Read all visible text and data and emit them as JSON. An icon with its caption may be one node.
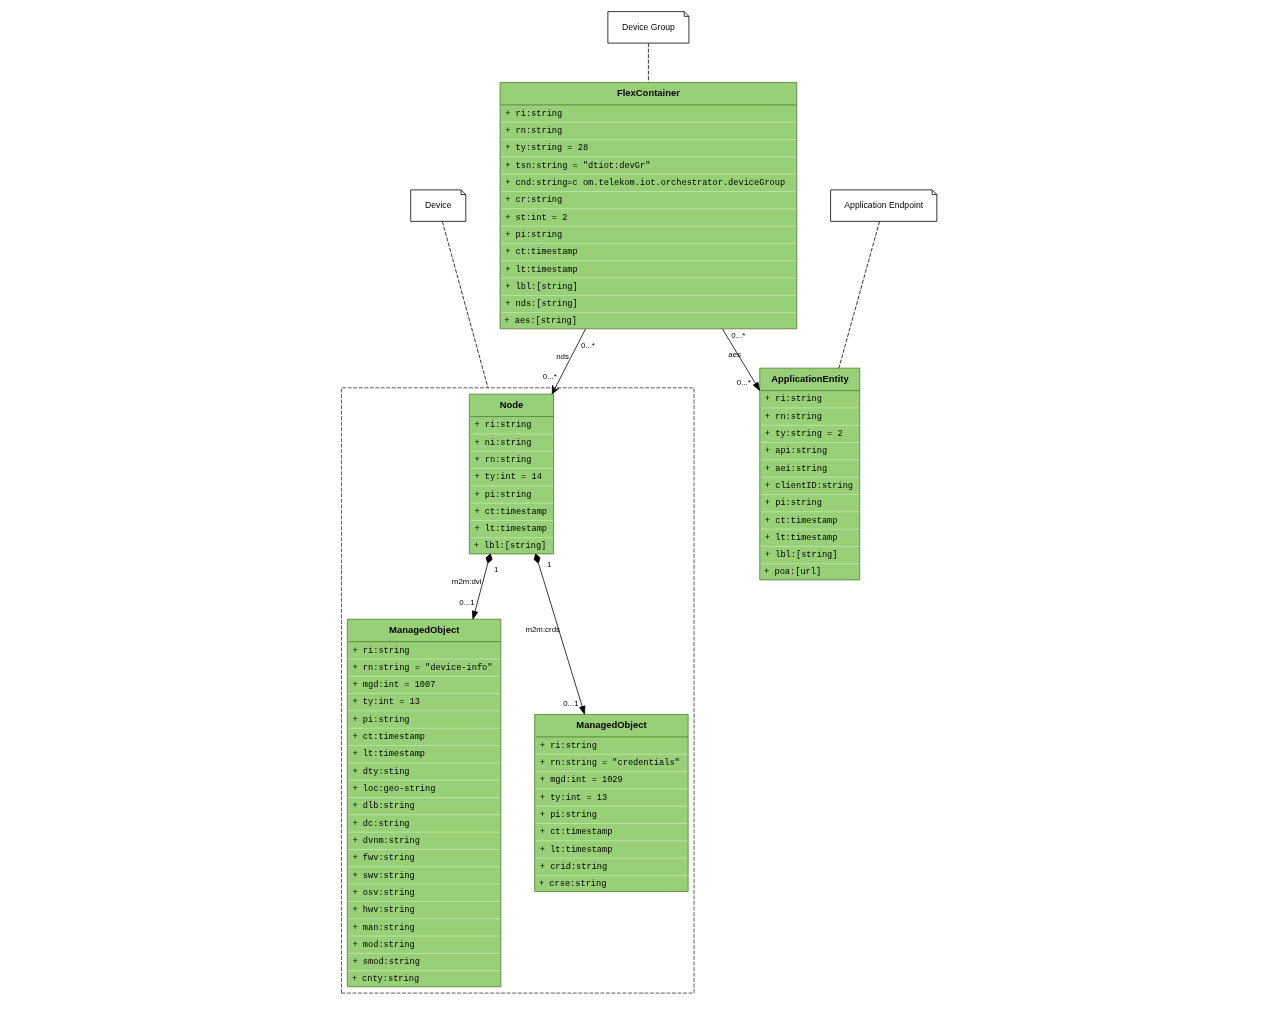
{
  "diagram": {
    "nodes": [
      {
        "text": [
          "Device Group"
        ]
      },
      {
        "text": [
          "FlexContainer",
          "+ ri:string",
          "+ rn:string",
          "+ ty:string = 28",
          "+ tsn:string = \"dtiot:devGr\"",
          "+ cnd:string=c om.telekom.iot.orchestrator.deviceGroup",
          "+ cr:string",
          "+ st:int = 2",
          "+ pi:string",
          "+ ct:timestamp",
          "+ lt:timestamp",
          "+ lbl:[string]",
          "+ nds:[string]",
          "+ aes:[string]"
        ]
      },
      {
        "text": [
          "Device"
        ]
      },
      {
        "text": [],
        "shape": "box"
      },
      {
        "text": [
          "Node",
          "+ ri:string",
          "+ ni:string",
          "+ rn:string",
          "+ ty:int = 14",
          "+ pi:string",
          "+ ct:timestamp",
          "+ lt:timestamp",
          "+ lbl:[string]"
        ],
        "in": 3
      },
      {
        "text": [
          "Application Endpoint"
        ]
      },
      {
        "text": [
          "ApplicationEntity",
          "+ ri:string",
          "+ rn:string",
          "+ ty:string = 2",
          "+ api:string",
          "+ aei:string",
          "+ clientID:string",
          "+ pi:string",
          "+ ct:timestamp",
          "+ lt:timestamp",
          "+ lbl:[string]",
          "+ poa:[url]"
        ]
      },
      {
        "text": [
          "ManagedObject",
          "+ ri:string",
          "+ rn:string = \"device-info\"",
          "+ mgd:int = 1007",
          "+ ty:int = 13",
          "+ pi:string",
          "+ ct:timestamp",
          "+ lt:timestamp",
          "+ dty:sting",
          "+ loc:geo-string",
          "+ dlb:string",
          "+ dc:string",
          "+ dvnm:string",
          "+ fwv:string",
          "+ swv:string",
          "+ osv:string",
          "+ hwv:string",
          "+ man:string",
          "+ mod:string",
          "+ smod:string",
          "+ cnty:string"
        ],
        "in": 3
      },
      {
        "text": [
          "ManagedObject",
          "+ ri:string",
          "+ rn:string = \"credentials\"",
          "+ mgd:int = 1029",
          "+ ty:int = 13",
          "+ pi:string",
          "+ ct:timestamp",
          "+ lt:timestamp",
          "+ crid:string",
          "+ crse:string"
        ],
        "in": 3
      }
    ],
    "edges": [
      {
        "from": 0,
        "to": 1,
        "arrow": "none",
        "style": "dashed"
      },
      {
        "from": 2,
        "to": 3,
        "arrow": "none",
        "style": "dashed"
      },
      {
        "from": 1,
        "to": 4,
        "arrow": "to",
        "label": "nds"
      },
      {
        "from": 5,
        "to": 6,
        "arrow": "none",
        "style": "dashed"
      },
      {
        "from": 1,
        "to": 6,
        "arrow": "to",
        "label": "aes"
      },
      {
        "from": 4,
        "to": 7,
        "arrow": "to",
        "label": "m2m:dvi"
      },
      {
        "from": 4,
        "to": 8,
        "arrow": "to",
        "label": "m2m:crds"
      }
    ],
    "labels": [
      "0...*",
      "0...*",
      "0...*",
      "0...*",
      "1",
      "0...1",
      "1",
      "0...1"
    ]
  }
}
